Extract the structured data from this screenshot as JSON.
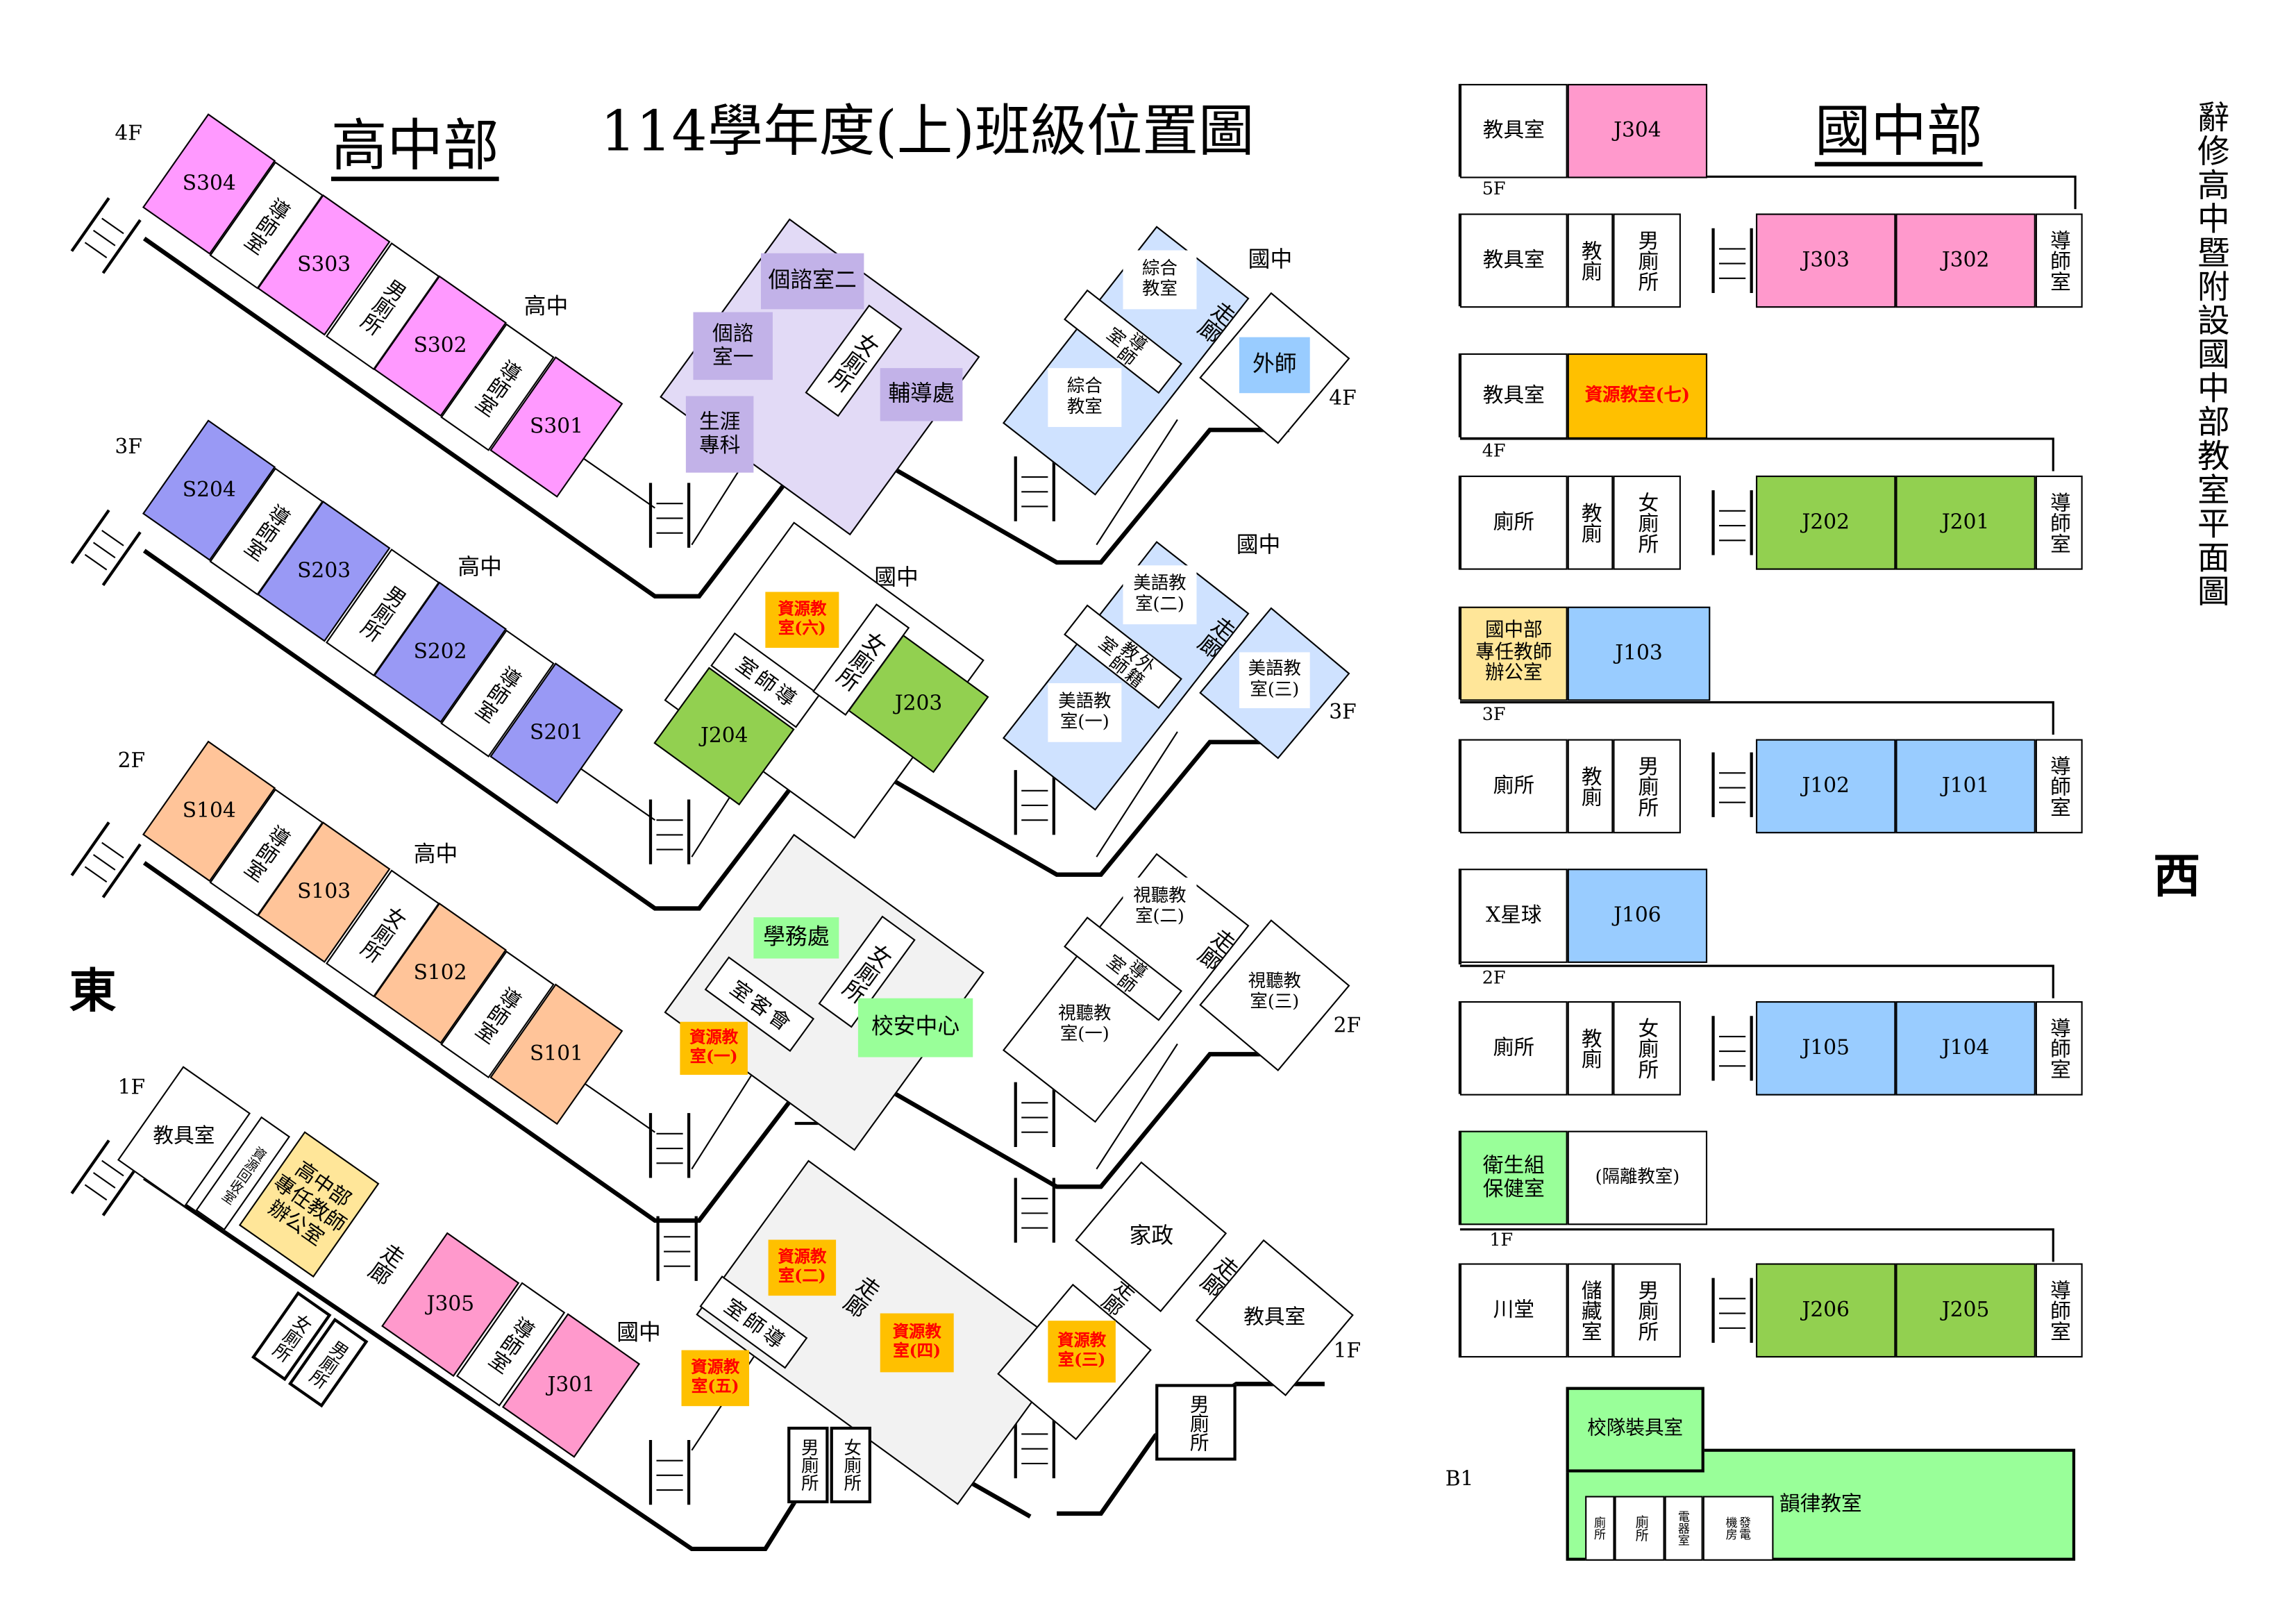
{
  "title": "114學年度(上)班級位置圖",
  "hs_heading": "高中部",
  "jh_heading": "國中部",
  "side_title": "辭修高中暨附設國中部教室平面圖",
  "compass": {
    "east": "東",
    "west": "西"
  },
  "floor_labels": {
    "f4": "4F",
    "f3": "3F",
    "f2": "2F",
    "f1": "1F",
    "f5": "5F",
    "b1": "B1"
  },
  "zone_labels": {
    "hs": "高中",
    "jh": "國中"
  },
  "hs_wing": {
    "f4": [
      "S304",
      "導師室",
      "S303",
      "男廁所",
      "S302",
      "導師室",
      "S301"
    ],
    "f3": [
      "S204",
      "導師室",
      "S203",
      "男廁所",
      "S202",
      "導師室",
      "S201"
    ],
    "f2": [
      "S104",
      "導師室",
      "S103",
      "女廁所",
      "S102",
      "導師室",
      "S101"
    ],
    "f1": [
      "教具室",
      "資源回收室",
      "高中部\n專任教師\n辦公室",
      "走廊",
      "J305",
      "導師室",
      "J301",
      "女廁所",
      "男廁所"
    ]
  },
  "mid_wing": {
    "f4": [
      "個諮室二",
      "個諮\n室一",
      "生涯\n專科",
      "女廁所",
      "輔導處"
    ],
    "f3": [
      "資源教\n室(六)",
      "導師室",
      "J204",
      "女廁所",
      "J203"
    ],
    "f2": [
      "學務處",
      "會客室",
      "資源教\n室(一)",
      "女廁所",
      "校安中心"
    ],
    "f1": [
      "資源教\n室(二)",
      "導師室",
      "資源教\n室(五)",
      "走廊",
      "資源教\n室(四)",
      "資源教\n室(三)",
      "走廊",
      "男廁所",
      "女廁所"
    ]
  },
  "east_wing": {
    "f4": [
      "綜合\n教室",
      "導師室",
      "綜合\n教室",
      "走廊",
      "外師"
    ],
    "f3": [
      "美語教\n室(二)",
      "外籍教師室",
      "美語教\n室(一)",
      "走廊",
      "美語教\n室(三)"
    ],
    "f2": [
      "視聽教\n室(二)",
      "導師室",
      "視聽教\n室(一)",
      "走廊",
      "視聽教\n室(三)"
    ],
    "f1": [
      "家政",
      "走廊",
      "教具室",
      "男廁所"
    ]
  },
  "jh_plan": {
    "r5a": [
      "教具室",
      "J304"
    ],
    "r5": [
      "教具室",
      "教廁",
      "男廁所",
      "J303",
      "J302",
      "導師室"
    ],
    "r4a": [
      "教具室",
      "資源教室(七)"
    ],
    "r4": [
      "廁所",
      "教廁",
      "女廁所",
      "J202",
      "J201",
      "導師室"
    ],
    "r3a": [
      "國中部\n專任教師\n辦公室",
      "J103"
    ],
    "r3": [
      "廁所",
      "教廁",
      "男廁所",
      "J102",
      "J101",
      "導師室"
    ],
    "r2a": [
      "X星球",
      "J106"
    ],
    "r2": [
      "廁所",
      "教廁",
      "女廁所",
      "J105",
      "J104",
      "導師室"
    ],
    "r1a": [
      "衛生組\n保健室",
      "(隔離教室)"
    ],
    "r1": [
      "川堂",
      "儲藏室",
      "男廁所",
      "J206",
      "J205",
      "導師室"
    ],
    "b1": [
      "校隊裝具室",
      "韻律教室",
      "廁所",
      "廁所",
      "電器室",
      "發電\n機房"
    ]
  },
  "colors": {
    "s4": "#ff99ff",
    "s3": "#9999f5",
    "s2": "#ffc499",
    "j3": "#ff99cc",
    "green": "#92d050",
    "blue": "#99ccff",
    "orange": "#ffc000",
    "yellow": "#ffe699",
    "lightgreen": "#99ff99",
    "purple": "#c2b2e8",
    "lavender": "#e2daf6",
    "paleblue": "#cfe2ff",
    "grey": "#f2f2f2"
  }
}
